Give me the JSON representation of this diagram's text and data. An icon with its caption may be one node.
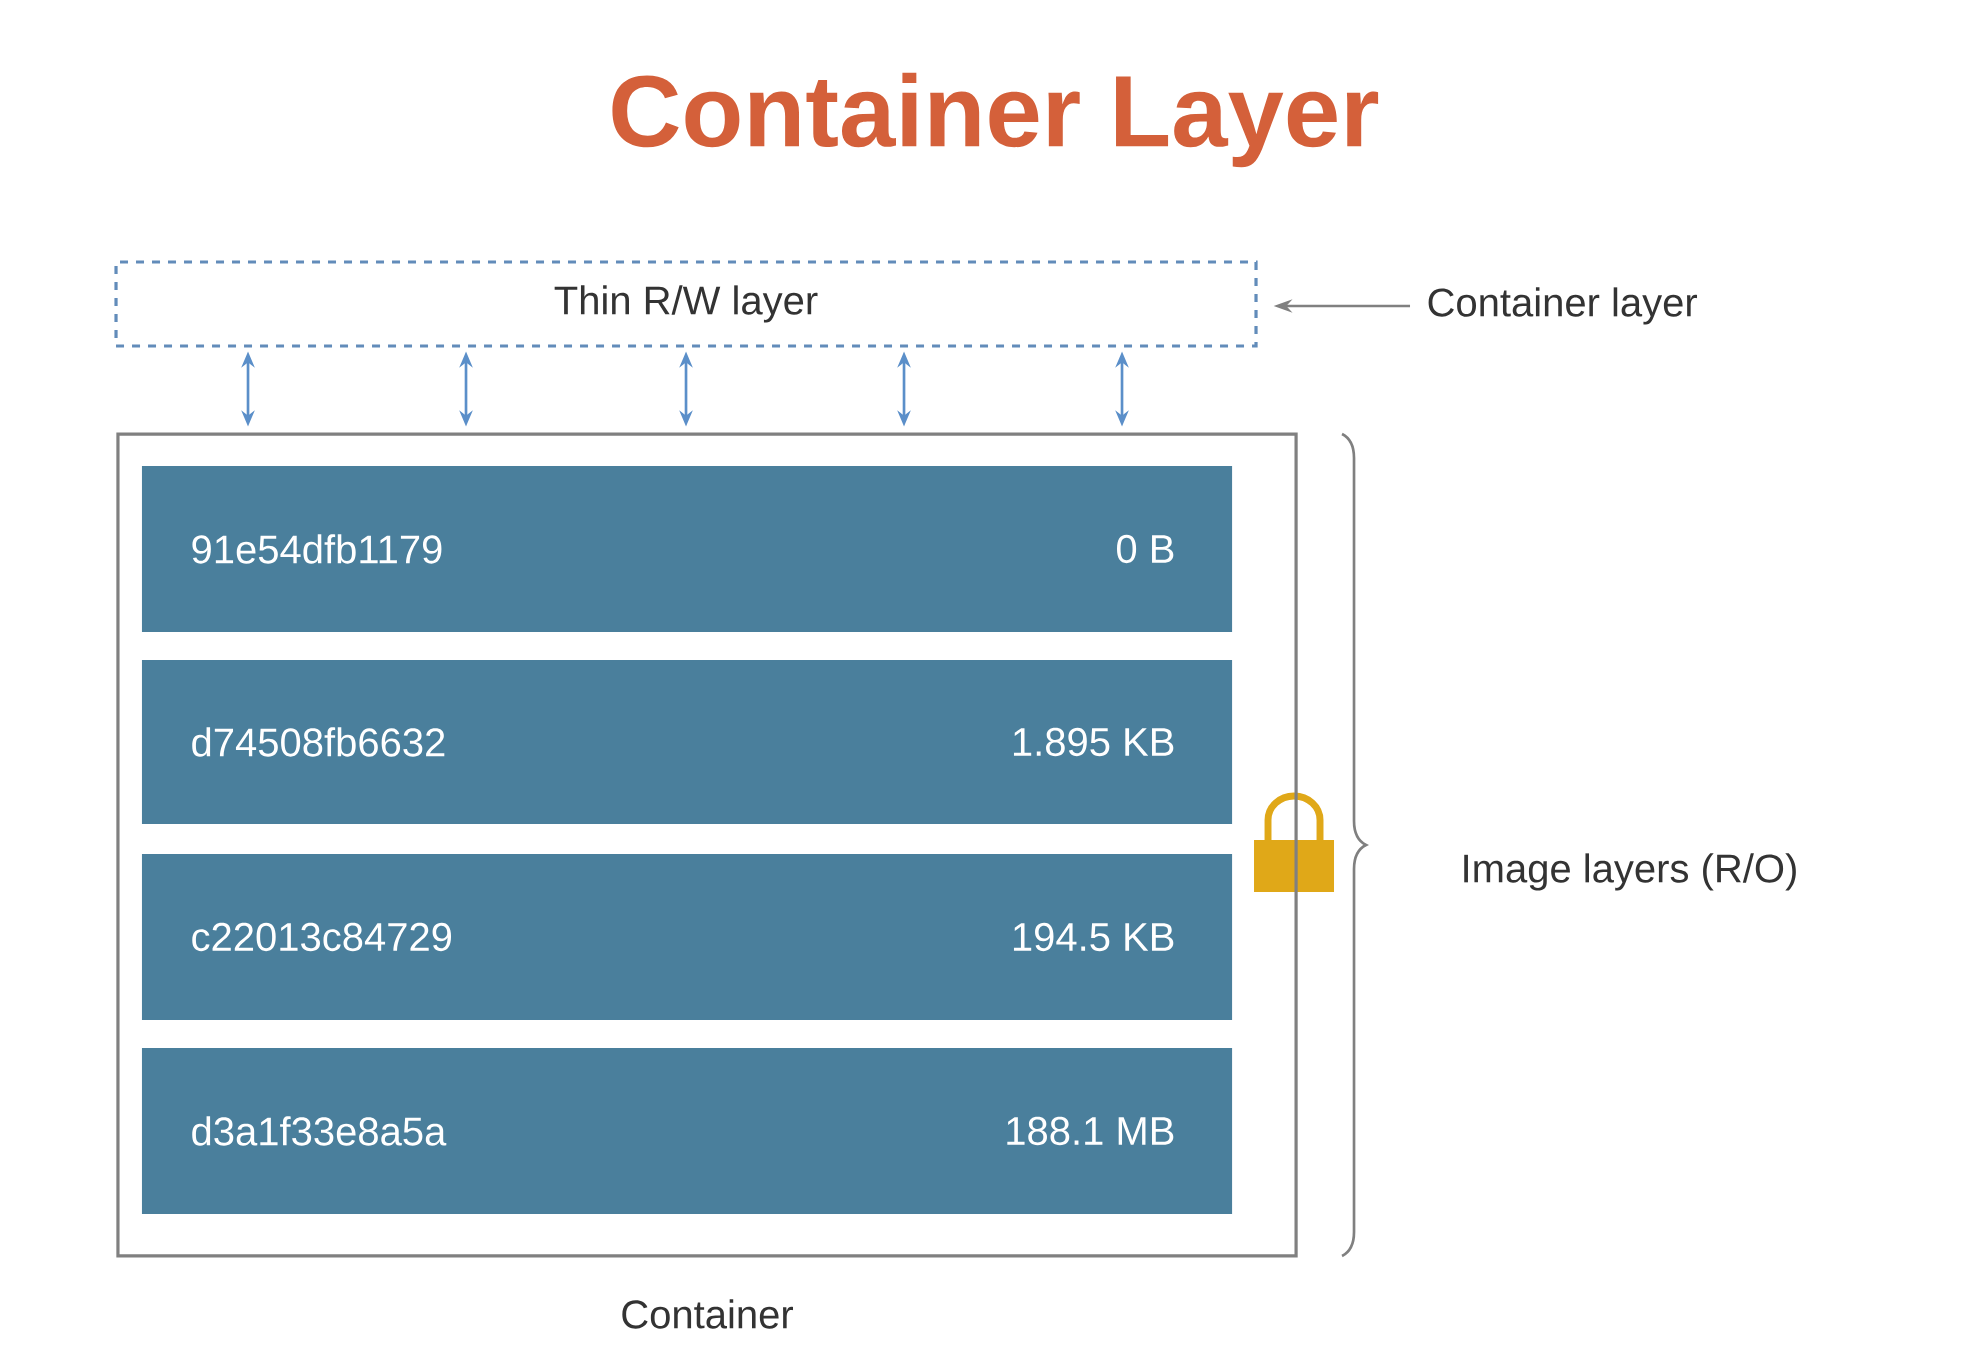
{
  "diagram": {
    "title": "Container Layer",
    "nodes": [
      {
        "text": [
          "Thin R/W layer"
        ]
      },
      {
        "text": [
          "Container"
        ]
      },
      {
        "text": [
          "91e54dfb1179",
          "0 B"
        ],
        "in": 1
      },
      {
        "text": [
          "d74508fb6632",
          "1.895 KB"
        ],
        "in": 1
      },
      {
        "text": [
          "c22013c84729",
          "194.5 KB"
        ],
        "in": 1
      },
      {
        "text": [
          "d3a1f33e8a5a",
          "188.1 MB"
        ],
        "in": 1
      },
      {
        "text": [
          "Container layer"
        ]
      }
    ],
    "edges": [
      {
        "from": 6,
        "to": 0,
        "arrow": "to"
      },
      {
        "from": 0,
        "to": 1,
        "arrow": "both"
      },
      {
        "from": 0,
        "to": 1,
        "arrow": "both"
      },
      {
        "from": 0,
        "to": 1,
        "arrow": "both"
      },
      {
        "from": 0,
        "to": 1,
        "arrow": "both"
      },
      {
        "from": 0,
        "to": 1,
        "arrow": "both"
      }
    ],
    "labels": [
      "Image layers (R/O)"
    ]
  }
}
